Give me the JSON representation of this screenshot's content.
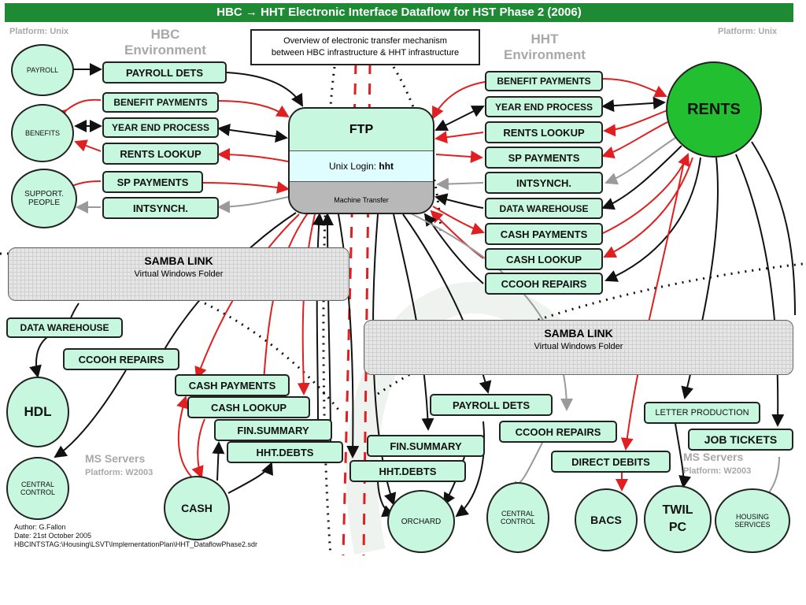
{
  "title": "HBC  → HHT Electronic Interface Dataflow   for HST Phase 2 (2006)",
  "note": {
    "line1": "Overview of electronic transfer mechanism",
    "line2": "between HBC infrastructure & HHT infrastructure"
  },
  "labels": {
    "platform_unix_left": "Platform: Unix",
    "platform_unix_right": "Platform: Unix",
    "hbc_env": "HBC Environment",
    "hht_env": "HHT Environment",
    "ms_servers_left": "MS Servers",
    "platform_w2003_left": "Platform: W2003",
    "ms_servers_right": "MS Servers",
    "platform_w2003_right": "Platform: W2003"
  },
  "ftp": {
    "title": "FTP",
    "login_prefix": "Unix Login: ",
    "login_user": "hht",
    "machine": "Machine Transfer"
  },
  "samba_left": {
    "title": "SAMBA LINK",
    "sub": "Virtual Windows Folder"
  },
  "samba_right": {
    "title": "SAMBA LINK",
    "sub": "Virtual Windows Folder"
  },
  "left_boxes": {
    "payroll_dets": "PAYROLL DETS",
    "benefit_payments": "BENEFIT PAYMENTS",
    "year_end": "YEAR END PROCESS",
    "rents_lookup": "RENTS LOOKUP",
    "sp_payments": "SP PAYMENTS",
    "intsynch": "INTSYNCH."
  },
  "left_circles": {
    "payroll": "PAYROLL",
    "benefits": "BENEFITS",
    "support_people": "SUPPORT. PEOPLE"
  },
  "right_boxes": {
    "benefit_payments": "BENEFIT PAYMENTS",
    "year_end": "YEAR END PROCESS",
    "rents_lookup": "RENTS LOOKUP",
    "sp_payments": "SP PAYMENTS",
    "intsynch": "INTSYNCH.",
    "data_warehouse": "DATA WAREHOUSE",
    "cash_payments": "CASH PAYMENTS",
    "cash_lookup": "CASH LOOKUP",
    "ccooh_repairs": "CCOOH REPAIRS"
  },
  "rents": "RENTS",
  "lower_left": {
    "data_warehouse": "DATA WAREHOUSE",
    "ccooh_repairs": "CCOOH REPAIRS",
    "cash_payments": "CASH PAYMENTS",
    "cash_lookup": "CASH LOOKUP",
    "fin_summary": "FIN.SUMMARY",
    "hht_debts": "HHT.DEBTS",
    "hdl": "HDL",
    "central_control": "CENTRAL CONTROL",
    "cash": "CASH"
  },
  "lower_mid": {
    "payroll_dets": "PAYROLL DETS",
    "fin_summary": "FIN.SUMMARY",
    "hht_debts": "HHT.DEBTS",
    "orchard": "ORCHARD",
    "ccooh_repairs": "CCOOH REPAIRS",
    "central_control": "CENTRAL CONTROL"
  },
  "lower_right": {
    "letter_production": "LETTER PRODUCTION",
    "job_tickets": "JOB TICKETS",
    "direct_debits": "DIRECT DEBITS",
    "bacs": "BACS",
    "twil_pc": "TWIL PC",
    "housing_services": "HOUSING SERVICES"
  },
  "footer": {
    "author": "Author: G.Fallon",
    "date": "Date: 21st October 2005",
    "path": "HBCINTSTAG:\\Housing\\LSVT\\ImplementationPlan\\HHT_DataflowPhase2.sdr"
  },
  "colors": {
    "title_bg": "#1e8a34",
    "box_fill": "#c8f7e0",
    "rents_fill": "#22c030",
    "red_arrow": "#e02020",
    "grey_arrow": "#9a9a9a",
    "black_arrow": "#111111"
  }
}
